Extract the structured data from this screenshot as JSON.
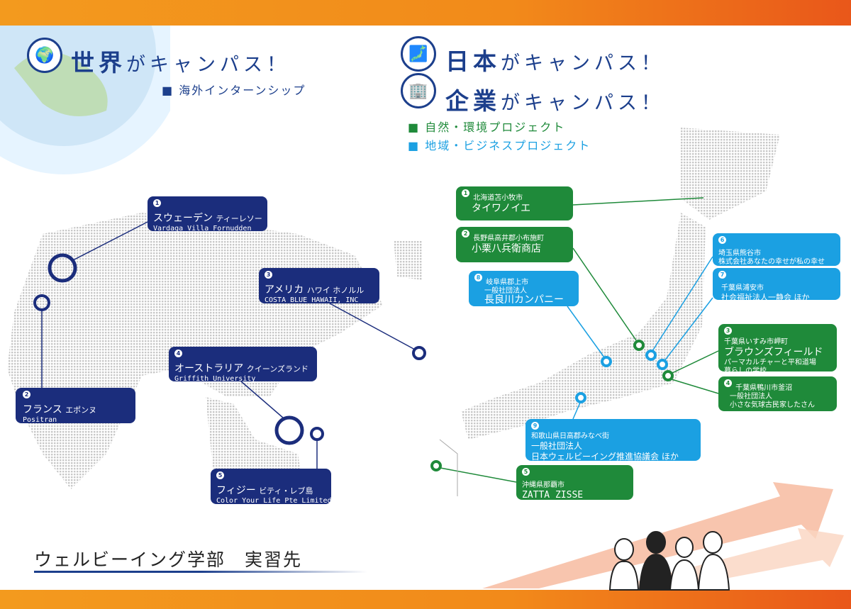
{
  "world": {
    "title_a": "世界",
    "title_b": "がキャンパス！",
    "bullet": "■ 海外インターンシップ"
  },
  "japan": {
    "title_a": "日本",
    "title_b": "がキャンパス！"
  },
  "company": {
    "title_a": "企業",
    "title_b": "がキャンパス！"
  },
  "legend": {
    "nature": "■ 自然・環境プロジェクト",
    "region": "■ 地域・ビジネスプロジェクト"
  },
  "footer_title": "ウェルビーイング学部　実習先",
  "overseas": [
    {
      "n": "1",
      "country": "スウェーデン",
      "city": "ティーレソー",
      "org": "Vardaga Villa Fornudden"
    },
    {
      "n": "2",
      "country": "フランス",
      "city": "エポンヌ",
      "org": "Positran"
    },
    {
      "n": "3",
      "country": "アメリカ",
      "city": "ハワイ ホノルル",
      "org": "COSTA BLUE HAWAII, INC"
    },
    {
      "n": "4",
      "country": "オーストラリア",
      "city": "クイーンズランド",
      "org": "Griffith University"
    },
    {
      "n": "5",
      "country": "フィジー",
      "city": "ビティ・レブ島",
      "org": "Color Your Life Pte Limited."
    }
  ],
  "domestic": [
    {
      "n": "1",
      "place": "北海道苫小牧市",
      "org": "タイワノイエ"
    },
    {
      "n": "2",
      "place": "長野県高井郡小布施町",
      "org": "小栗八兵衛商店"
    },
    {
      "n": "3",
      "place": "千葉県いすみ市岬町",
      "org": "ブラウンズフィールド",
      "line2": "パーマカルチャーと平和道場",
      "line3": "暮らしの学校"
    },
    {
      "n": "4",
      "place": "千葉県鴨川市釜沼",
      "org": "一般社団法人",
      "line2": "小さな気球古民家したさん"
    },
    {
      "n": "5",
      "place": "沖縄県那覇市",
      "org": "ZATTA ZISSE"
    },
    {
      "n": "6",
      "place": "埼玉県熊谷市",
      "org": "株式会社あなたの幸せが私の幸せ"
    },
    {
      "n": "7",
      "place": "千葉県浦安市",
      "org": "社会福祉法人一静会 ほか"
    },
    {
      "n": "8",
      "place": "岐阜県郡上市",
      "org": "一般社団法人",
      "line2": "長良川カンパニー"
    },
    {
      "n": "9",
      "place": "和歌山県日高郡みなべ街",
      "org": "一般社団法人",
      "line2": "日本ウェルビーイング推進協議会 ほか"
    }
  ],
  "colors": {
    "navy": "#1b2d7c",
    "green": "#1f8a3a",
    "blue": "#1ba0e2",
    "orange": "#f28a1a"
  }
}
